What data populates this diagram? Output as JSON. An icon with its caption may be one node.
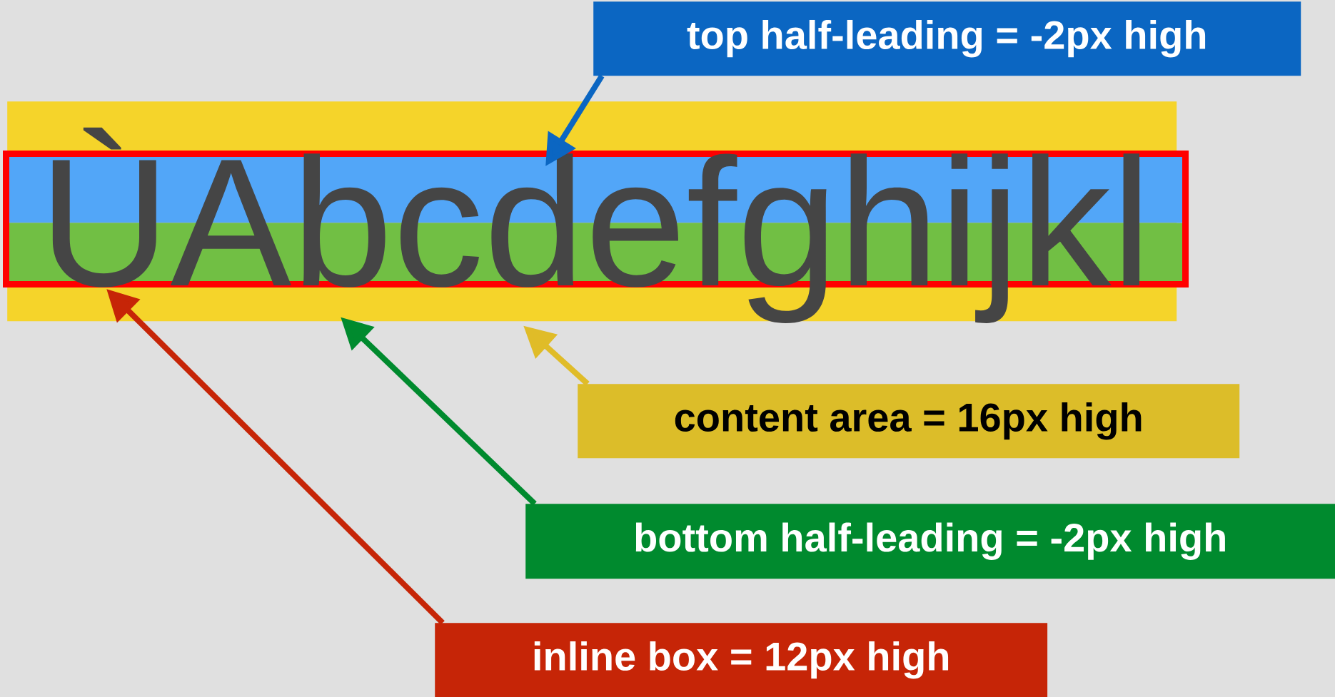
{
  "diagram": {
    "nodes": [
      {
        "text": [],
        "shape": "box"
      },
      {
        "text": [],
        "shape": "box",
        "in": 0
      },
      {
        "text": [
          "ÙAbcdefghijkl"
        ],
        "in": 1
      },
      {
        "text": [
          "top half-leading = -2px high"
        ]
      },
      {
        "text": [
          "content area = 16px high"
        ]
      },
      {
        "text": [
          "bottom half-leading = -2px high"
        ]
      },
      {
        "text": [
          "inline box = 12px high"
        ]
      }
    ],
    "edges": [
      {
        "from": 3,
        "to": 1,
        "arrow": "to",
        "color": "#0b66c2"
      },
      {
        "from": 4,
        "to": 0,
        "arrow": "to",
        "color": "#e0bc28"
      },
      {
        "from": 5,
        "to": 0,
        "arrow": "to",
        "color": "#008a2e"
      },
      {
        "from": 6,
        "to": 1,
        "arrow": "to",
        "color": "#c62507"
      }
    ]
  }
}
